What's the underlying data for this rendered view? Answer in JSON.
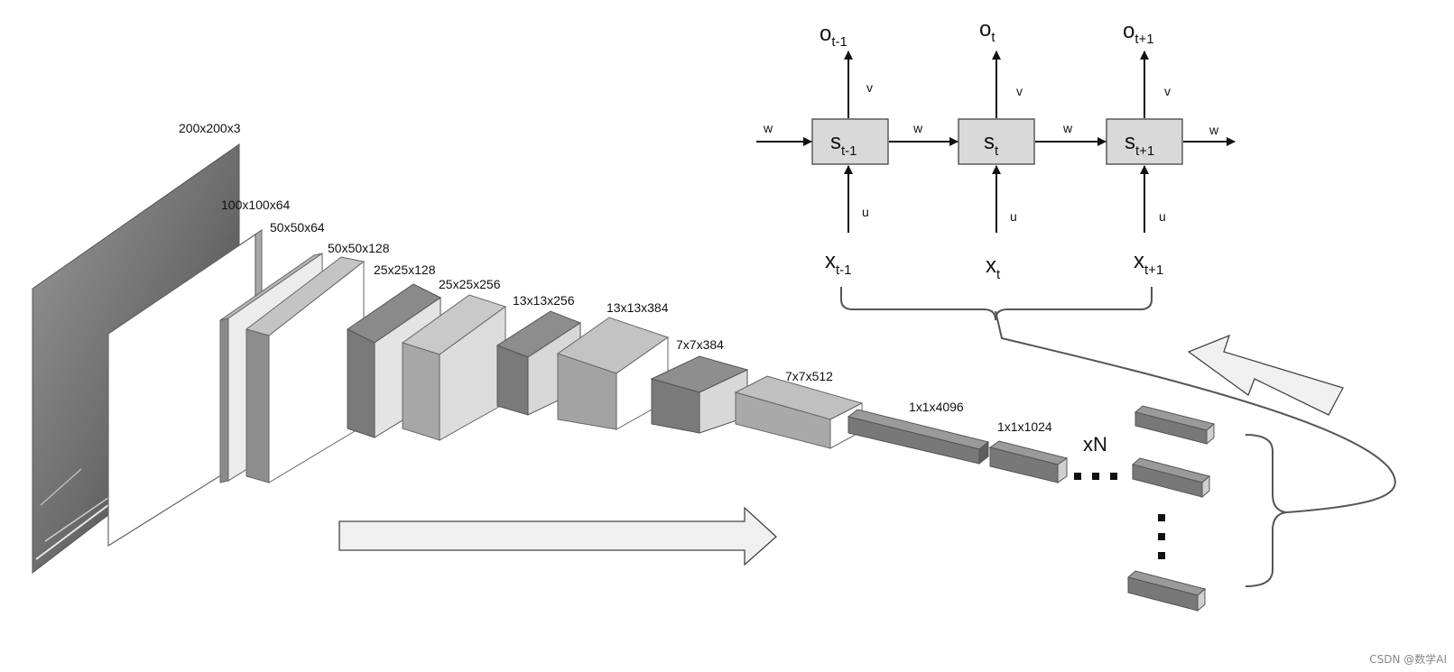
{
  "layers": [
    {
      "label": "200x200x3"
    },
    {
      "label": "100x100x64"
    },
    {
      "label": "50x50x64"
    },
    {
      "label": "50x50x128"
    },
    {
      "label": "25x25x128"
    },
    {
      "label": "25x25x256"
    },
    {
      "label": "13x13x256"
    },
    {
      "label": "13x13x384"
    },
    {
      "label": "7x7x384"
    },
    {
      "label": "7x7x512"
    },
    {
      "label": "1x1x4096"
    },
    {
      "label": "1x1x1024"
    }
  ],
  "repeat_label": "xN",
  "rnn": {
    "weight_w": "w",
    "weight_v": "v",
    "weight_u": "u",
    "units": [
      {
        "o": "o",
        "o_sub": "t-1",
        "s": "s",
        "s_sub": "t-1",
        "x": "x",
        "x_sub": "t-1"
      },
      {
        "o": "o",
        "o_sub": "t",
        "s": "s",
        "s_sub": "t",
        "x": "x",
        "x_sub": "t"
      },
      {
        "o": "o",
        "o_sub": "t+1",
        "s": "s",
        "s_sub": "t+1",
        "x": "x",
        "x_sub": "t+1"
      }
    ]
  },
  "watermark": "CSDN @数学AI",
  "colors": {
    "dark_face": "#7a7a7a",
    "mid_face": "#a9a9a9",
    "light_face": "#d8d8d8",
    "white_face": "#ffffff",
    "rnn_box": "#d9d9d9",
    "arrow_fill": "#f0f0f0"
  }
}
